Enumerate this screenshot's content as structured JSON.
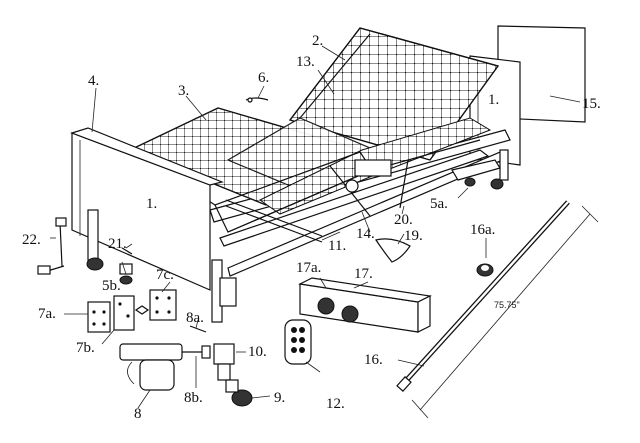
{
  "labels": {
    "l1a": "1.",
    "l1b": "1.",
    "l2": "2.",
    "l3": "3.",
    "l4": "4.",
    "l5a": "5a.",
    "l5b": "5b.",
    "l6": "6.",
    "l7a": "7a.",
    "l7b": "7b.",
    "l7c": "7c.",
    "l8": "8",
    "l8a": "8a.",
    "l8b": "8b.",
    "l9": "9.",
    "l10": "10.",
    "l11": "11.",
    "l12": "12.",
    "l13": "13.",
    "l14": "14.",
    "l15": "15.",
    "l16": "16.",
    "l16a": "16a.",
    "l17": "17.",
    "l17a": "17a.",
    "l19": "19.",
    "l20": "20.",
    "l21": "21.",
    "l22": "22."
  },
  "dimension": "75.75\""
}
